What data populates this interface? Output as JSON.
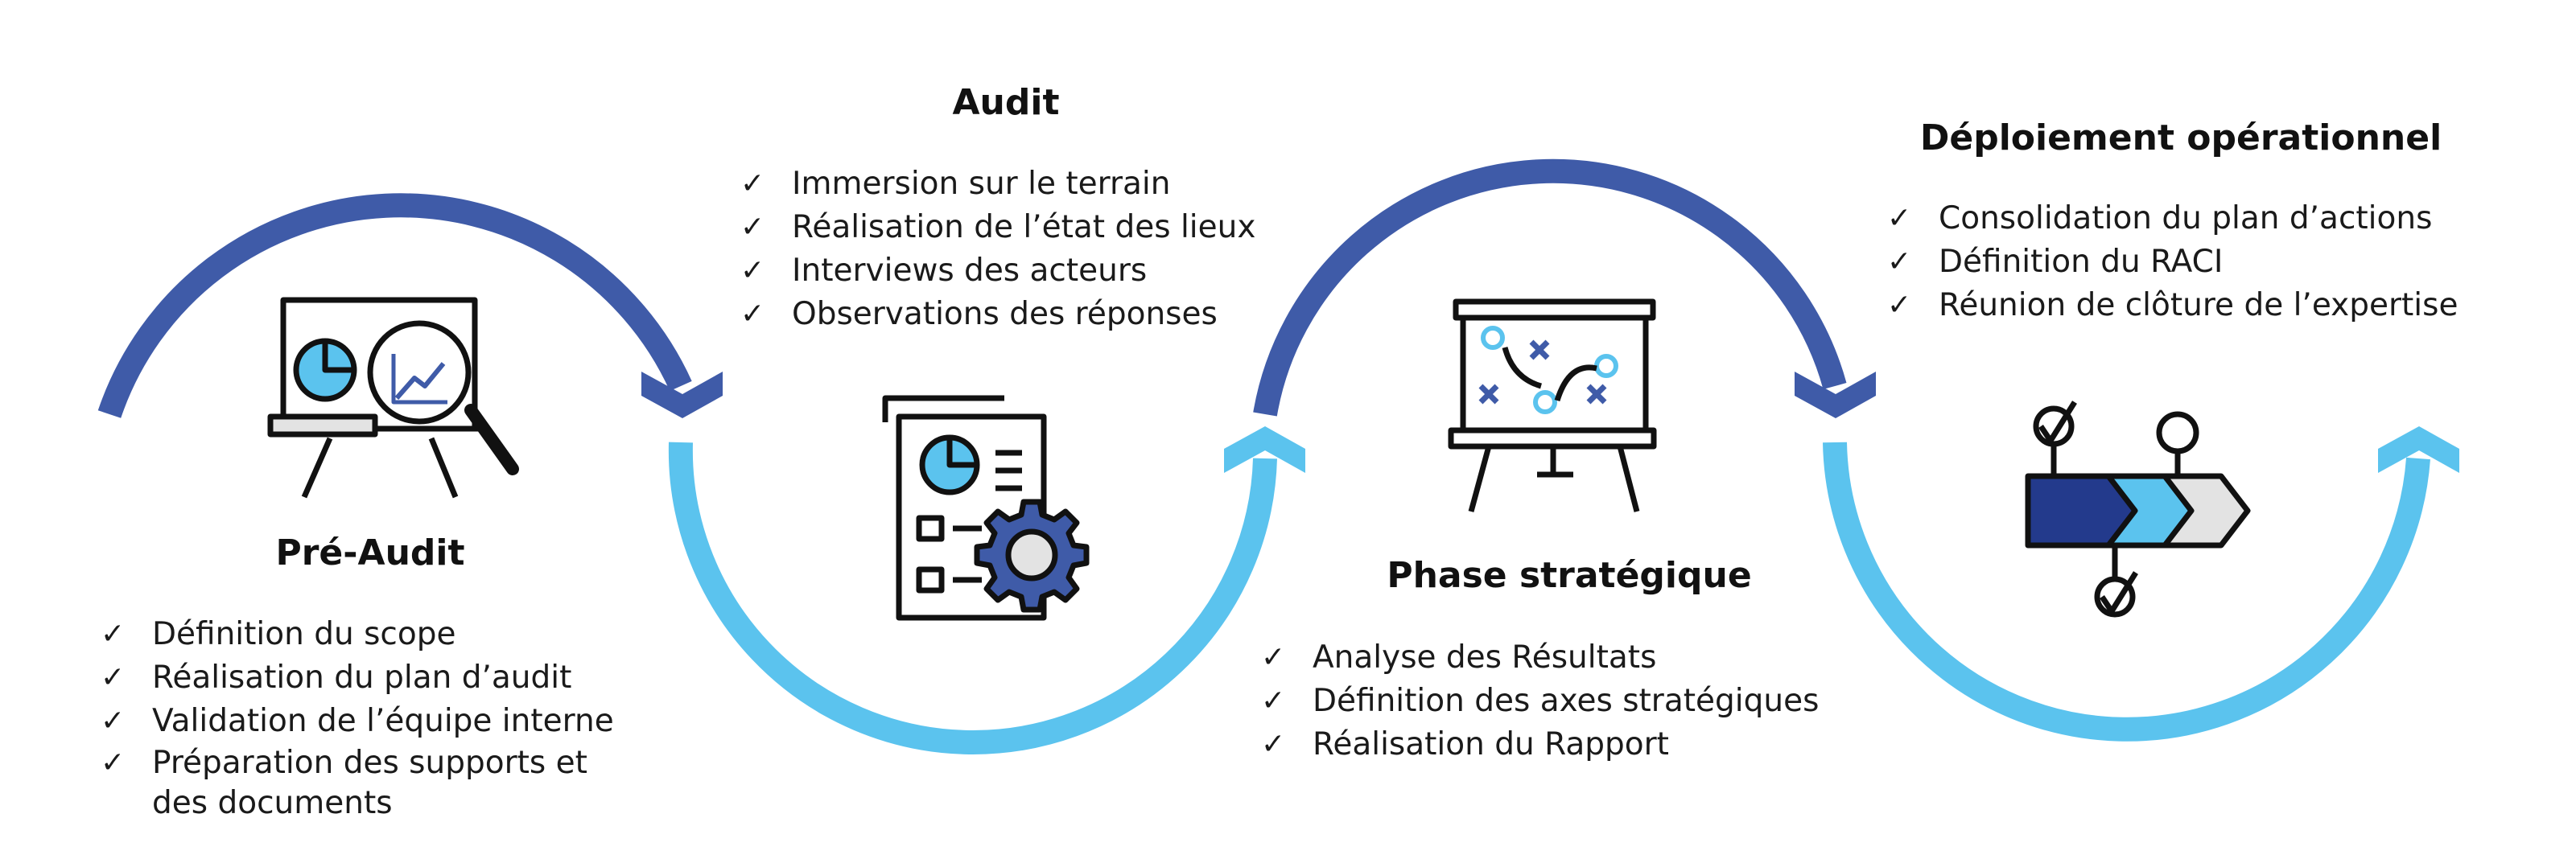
{
  "colors": {
    "dark_blue": "#3f5ba8",
    "light_blue": "#5bc3ee",
    "navy": "#233a8c",
    "icon_fill": "#5bc3ee",
    "grey": "#e3e3e3"
  },
  "check_mark": "✓",
  "phases": [
    {
      "title": "Pré-Audit",
      "icon": "presentation-magnifier-icon",
      "items": [
        "Définition du scope",
        "Réalisation du plan d’audit",
        "Validation de l’équipe interne",
        "Préparation des supports et des documents"
      ]
    },
    {
      "title": "Audit",
      "icon": "checklist-gear-icon",
      "items": [
        "Immersion sur le terrain",
        "Réalisation de l’état des lieux",
        "Interviews des acteurs",
        "Observations des réponses"
      ]
    },
    {
      "title": "Phase stratégique",
      "icon": "strategy-board-icon",
      "items": [
        "Analyse des Résultats",
        "Définition des axes stratégiques",
        "Réalisation du Rapport"
      ]
    },
    {
      "title": "Déploiement opérationnel",
      "icon": "process-flow-icon",
      "items": [
        "Consolidation du plan d’actions",
        "Définition du RACI",
        "Réunion de clôture de l’expertise"
      ]
    }
  ]
}
